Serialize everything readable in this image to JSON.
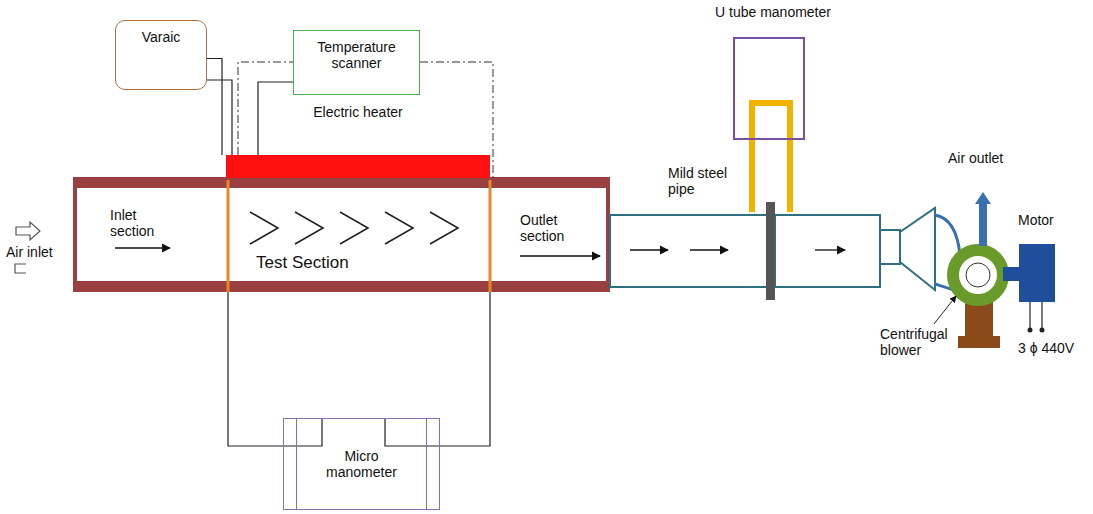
{
  "diagram": {
    "nodes": [
      {
        "text": [
          "Varaic"
        ]
      },
      {
        "text": [
          "Temperature scanner"
        ]
      },
      {
        "text": [
          "U tube manometer"
        ]
      },
      {
        "text": [
          "Electric heater"
        ]
      },
      {
        "text": [
          "Micro manometer"
        ]
      }
    ],
    "edges": [
      {
        "from": 0,
        "to": 3,
        "arrow": "none"
      }
    ],
    "labels": [
      "Air inlet",
      "Inlet section",
      "Test Section",
      "Outlet section",
      "Mild steel pipe",
      "Air outlet",
      "Motor",
      "Centrifugal blower",
      "3 ϕ 440V"
    ]
  }
}
